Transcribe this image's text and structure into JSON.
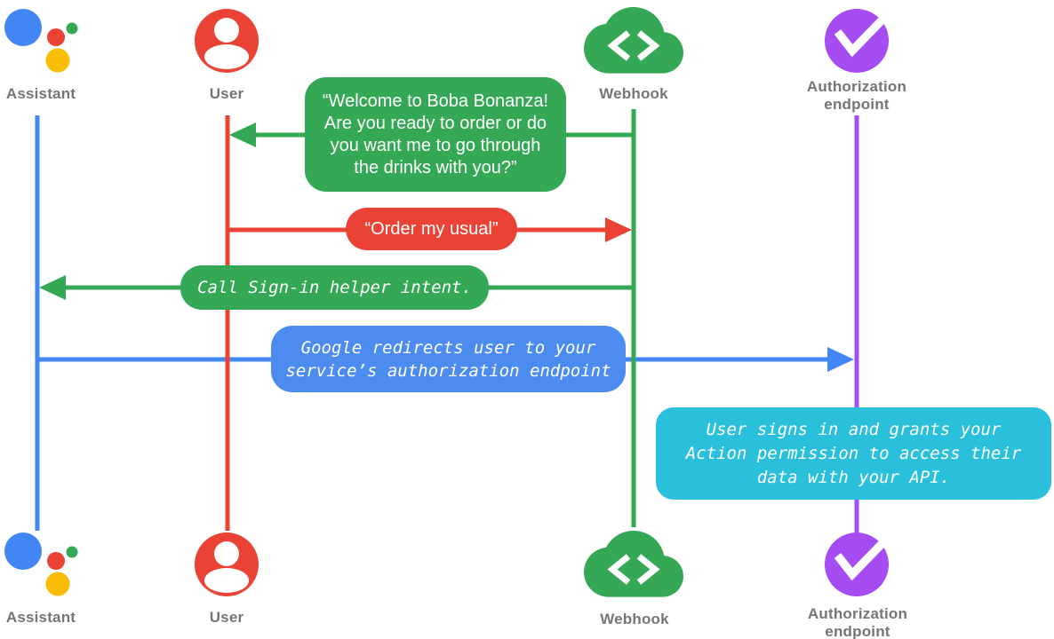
{
  "actors": {
    "assistant": {
      "label": "Assistant",
      "icon": "google-assistant-logo"
    },
    "user": {
      "label": "User",
      "icon": "person-circle"
    },
    "webhook": {
      "label": "Webhook",
      "icon": "code-cloud"
    },
    "auth_endpoint": {
      "label": "Authorization\nendpoint",
      "icon": "checkmark-circle"
    }
  },
  "messages": {
    "welcome": {
      "from": "Webhook",
      "to": "User",
      "style": "speech",
      "color": "green",
      "text": "“Welcome to Boba Bonanza!\nAre you ready to order or do\nyou want me to go through\nthe drinks with you?”"
    },
    "order": {
      "from": "User",
      "to": "Webhook",
      "style": "speech",
      "color": "red",
      "text": "“Order my usual”"
    },
    "signin": {
      "from": "Webhook",
      "to": "Assistant",
      "style": "code",
      "color": "green",
      "text": "Call Sign-in helper intent."
    },
    "redirect": {
      "from": "Assistant",
      "to": "Authorization endpoint",
      "style": "code",
      "color": "blue",
      "text": "Google redirects user to your\nservice’s authorization endpoint"
    },
    "grants": {
      "from": "Authorization endpoint",
      "to": "Authorization endpoint",
      "style": "code",
      "color": "cyan",
      "text": "User signs in and grants your\nAction permission to access their\ndata with your API."
    }
  },
  "colors": {
    "blue": "#4285F4",
    "blue_box": "#4C8BF0",
    "red": "#EA4335",
    "green": "#35A855",
    "yellow": "#FBBC05",
    "purple": "#A64CF3",
    "cyan": "#2AC0DC",
    "label_gray": "#757575",
    "bubble_text": "#FFFFFF"
  }
}
